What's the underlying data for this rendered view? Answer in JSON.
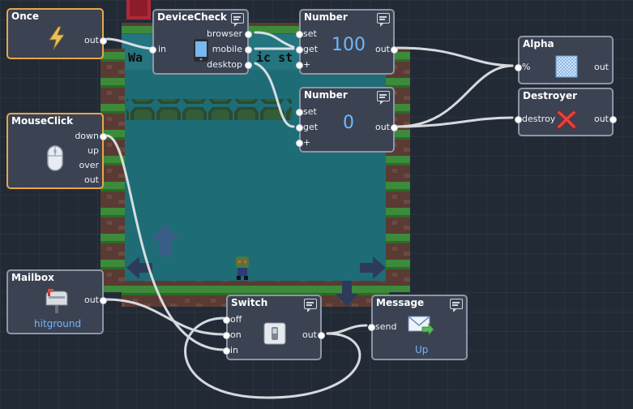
{
  "nodes": {
    "once": {
      "title": "Once",
      "ports_out": [
        "out"
      ]
    },
    "device_check": {
      "title": "DeviceCheck",
      "ports_in": [
        "in"
      ],
      "ports_out": [
        "browser",
        "mobile",
        "desktop"
      ]
    },
    "number1": {
      "title": "Number",
      "ports_in": [
        "set",
        "get",
        "+"
      ],
      "ports_out": [
        "out"
      ],
      "value": "100"
    },
    "number2": {
      "title": "Number",
      "ports_in": [
        "set",
        "get",
        "+"
      ],
      "ports_out": [
        "out"
      ],
      "value": "0"
    },
    "alpha": {
      "title": "Alpha",
      "ports_in": [
        "%"
      ],
      "ports_out": [
        "out"
      ]
    },
    "destroyer": {
      "title": "Destroyer",
      "ports_in": [
        "destroy"
      ],
      "ports_out": [
        "out"
      ]
    },
    "mouseclick": {
      "title": "MouseClick",
      "ports_out": [
        "down",
        "up",
        "over",
        "out"
      ]
    },
    "mailbox": {
      "title": "Mailbox",
      "ports_out": [
        "out"
      ],
      "value": "hitground"
    },
    "switch": {
      "title": "Switch",
      "ports_in": [
        "off",
        "on",
        "in"
      ],
      "ports_out": [
        "out"
      ]
    },
    "message": {
      "title": "Message",
      "ports_in": [
        "send"
      ],
      "value": "Up"
    }
  },
  "scene": {
    "partial_text_left": "Wa",
    "partial_text_right": "ic st"
  },
  "colors": {
    "canvas_bg": "#222a36",
    "node_bg": "#3b4252",
    "node_border": "#8d96a6",
    "trigger_border": "#e9a649",
    "value_text": "#6fb8ff",
    "wire": "#e6e8ec",
    "scene_water": "#1e6c76",
    "scene_grass": "#3d8a3a"
  },
  "icons": {
    "once": "lightning-icon",
    "device_check": "phone-icon",
    "alpha": "checkerboard-icon",
    "destroyer": "red-x-icon",
    "mouseclick": "mouse-icon",
    "mailbox": "mailbox-icon",
    "switch": "switch-icon",
    "message": "envelope-icon"
  }
}
